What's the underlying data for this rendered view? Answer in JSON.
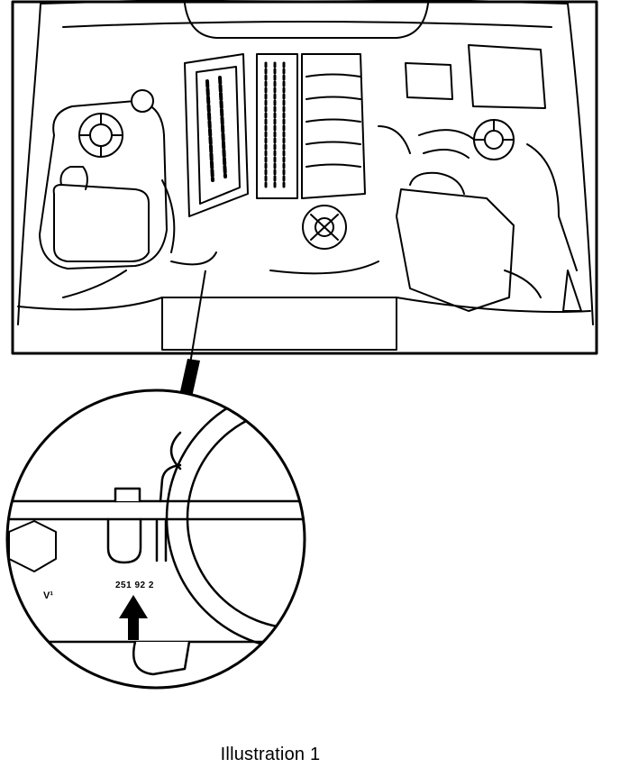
{
  "figure": {
    "caption": "Illustration 1",
    "detail_labels": {
      "left_mark": "V¹",
      "stamped_number": "251 92 2"
    },
    "colors": {
      "ink": "#000000",
      "paper": "#ffffff"
    }
  }
}
